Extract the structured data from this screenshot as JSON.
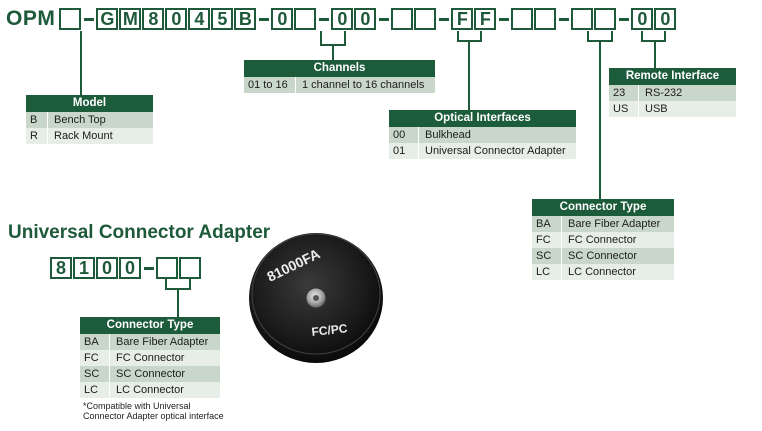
{
  "code": {
    "prefix": "OPM",
    "model_chars": "GM8045B",
    "ch_prefix": "0",
    "sep_value": "00",
    "ff_chars": "FF",
    "final_value": "00"
  },
  "tables": {
    "model": {
      "title": "Model",
      "rows": [
        {
          "code": "B",
          "desc": "Bench Top"
        },
        {
          "code": "R",
          "desc": "Rack Mount"
        }
      ]
    },
    "channels": {
      "title": "Channels",
      "rows": [
        {
          "code": "01 to 16",
          "desc": "1 channel to 16 channels"
        }
      ]
    },
    "optical": {
      "title": "Optical Interfaces",
      "rows": [
        {
          "code": "00",
          "desc": "Bulkhead"
        },
        {
          "code": "01",
          "desc": "Universal Connector Adapter"
        }
      ]
    },
    "remote": {
      "title": "Remote Interface",
      "rows": [
        {
          "code": "23",
          "desc": "RS-232"
        },
        {
          "code": "US",
          "desc": "USB"
        }
      ]
    },
    "connector_right": {
      "title": "Connector Type",
      "rows": [
        {
          "code": "BA",
          "desc": "Bare Fiber Adapter"
        },
        {
          "code": "FC",
          "desc": "FC Connector"
        },
        {
          "code": "SC",
          "desc": "SC Connector"
        },
        {
          "code": "LC",
          "desc": "LC Connector"
        }
      ]
    },
    "connector_left": {
      "title": "Connector Type",
      "rows": [
        {
          "code": "BA",
          "desc": "Bare Fiber Adapter"
        },
        {
          "code": "FC",
          "desc": "FC Connector"
        },
        {
          "code": "SC",
          "desc": "SC Connector"
        },
        {
          "code": "LC",
          "desc": "LC Connector"
        }
      ]
    }
  },
  "adapter": {
    "heading": "Universal Connector Adapter",
    "code_chars": "8100",
    "note_line1": "Compatible with Universal",
    "note_line2": "Connector Adapter optical interface",
    "note_mark": "*",
    "image_label_top": "81000FA",
    "image_label_bottom": "FC/PC"
  },
  "colors": {
    "brand_green": "#1e5a3a",
    "row_dark": "#c9d7cb",
    "row_light": "#e7ede7"
  }
}
